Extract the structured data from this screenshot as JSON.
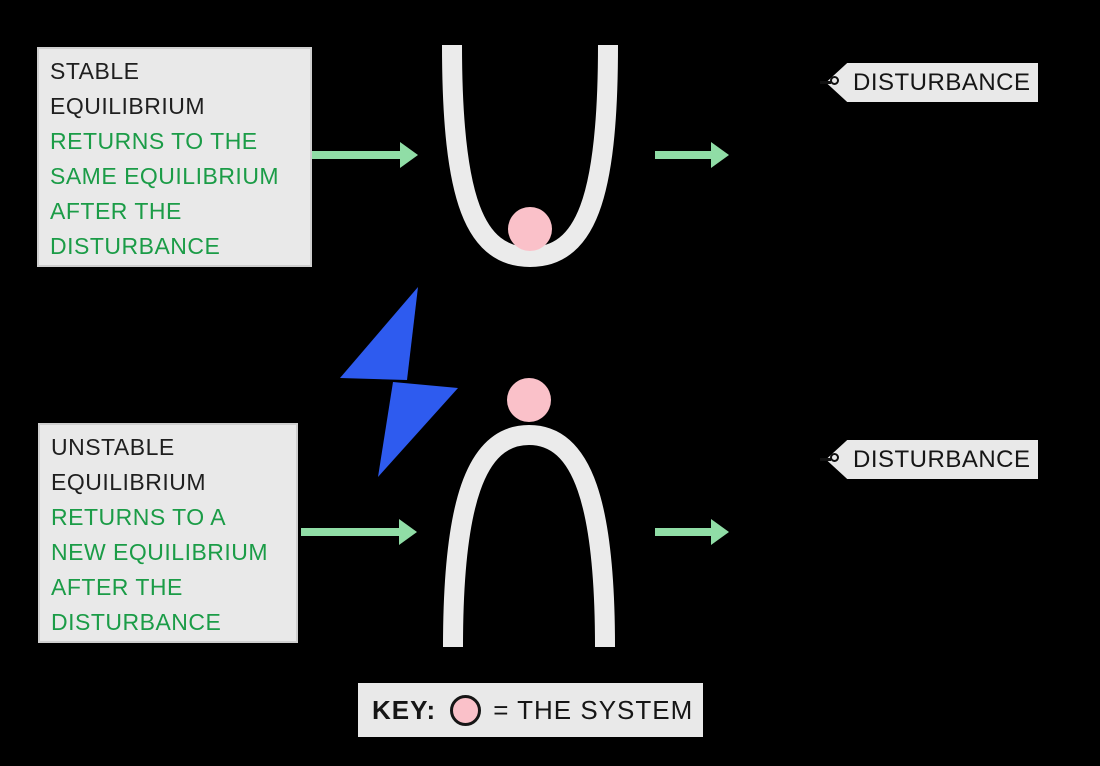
{
  "diagram_title": "stable-vs-unstable-equilibrium",
  "colors": {
    "background": "#000000",
    "panel_fill": "#e9e9e9",
    "panel_border": "#cfcfcf",
    "title_text": "#1f1f1f",
    "green_text": "#1b9c47",
    "arrow_green": "#90dda6",
    "track_gray": "#ebebeb",
    "ball_pink": "#fac1c9",
    "ball_outline": "#161616",
    "bolt_blue": "#2e5bef",
    "tag_fill": "#e9e9e9",
    "tag_text": "#161616"
  },
  "stable_panel": {
    "title": "STABLE\nEQUILIBRIUM",
    "description": "RETURNS TO THE\nSAME EQUILIBRIUM\nAFTER THE\nDISTURBANCE"
  },
  "unstable_panel": {
    "title": "UNSTABLE\nEQUILIBRIUM",
    "description": "RETURNS TO A\nNEW EQUILIBRIUM\nAFTER THE\nDISTURBANCE"
  },
  "stable_tag": {
    "label": "DISTURBANCE"
  },
  "unstable_tag": {
    "label": "DISTURBANCE"
  },
  "key": {
    "label": "KEY:",
    "definition": "= THE SYSTEM"
  },
  "icons": {
    "flow_arrow": "right-arrow",
    "disturbance": "lightning-bolt",
    "system": "pink-ball",
    "stable_track": "valley-curve",
    "unstable_track": "hill-curve",
    "tag": "label-tag-with-hole"
  }
}
